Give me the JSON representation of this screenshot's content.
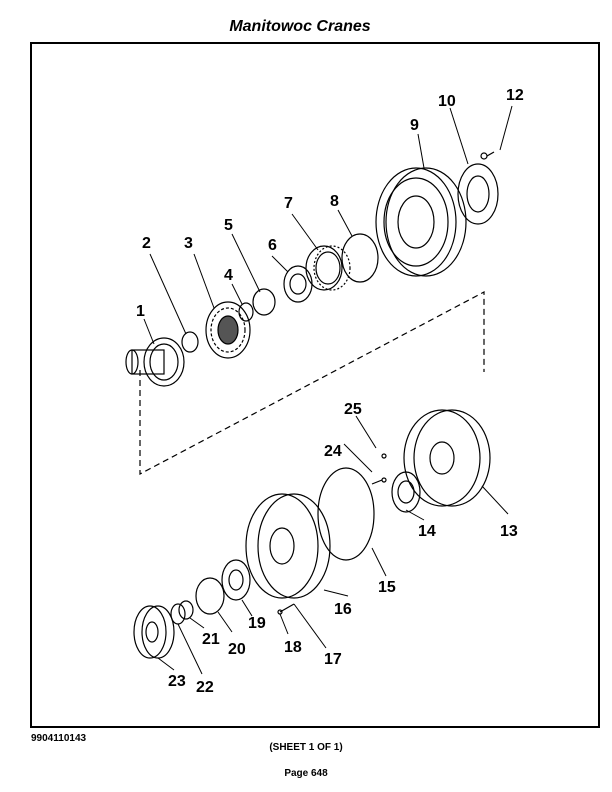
{
  "header": {
    "title": "Manitowoc Cranes"
  },
  "figure": {
    "callouts": [
      "1",
      "2",
      "3",
      "4",
      "5",
      "6",
      "7",
      "8",
      "9",
      "10",
      "12",
      "13",
      "14",
      "15",
      "16",
      "17",
      "18",
      "19",
      "20",
      "21",
      "22",
      "23",
      "24",
      "25"
    ]
  },
  "footer": {
    "drawing_number": "9904110143",
    "sheet": "(SHEET 1 OF 1)",
    "page": "Page 648"
  }
}
